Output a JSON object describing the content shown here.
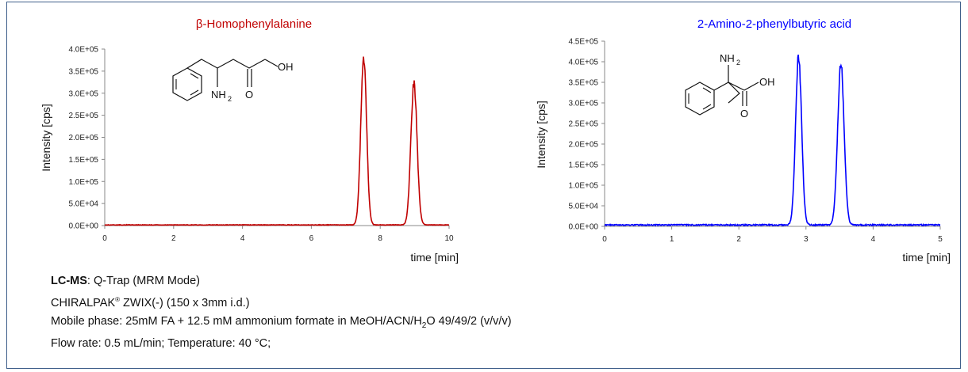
{
  "chart_data": [
    {
      "type": "line",
      "title": "β-Homophenylalanine",
      "title_color": "#c00000",
      "series_color": "#c00000",
      "xlabel": "time [min]",
      "ylabel": "Intensity [cps]",
      "xlim": [
        0,
        10
      ],
      "ylim": [
        0,
        400000
      ],
      "xticks": [
        0,
        2,
        4,
        6,
        8,
        10
      ],
      "yticks": [
        0,
        50000,
        100000,
        150000,
        200000,
        250000,
        300000,
        350000,
        400000
      ],
      "ytick_labels": [
        "0.0E+00",
        "5.0E+04",
        "1.0E+05",
        "1.5E+05",
        "2.0E+05",
        "2.5E+05",
        "3.0E+05",
        "3.5E+05",
        "4.0E+05"
      ],
      "grid": false,
      "peaks": [
        {
          "rt": 7.52,
          "height": 378000,
          "sigma": 0.085
        },
        {
          "rt": 8.98,
          "height": 320000,
          "sigma": 0.09
        }
      ],
      "baseline": 1500
    },
    {
      "type": "line",
      "title": "2-Amino-2-phenylbutyric acid",
      "title_color": "#0000ff",
      "series_color": "#0000ff",
      "xlabel": "time [min]",
      "ylabel": "Intensity [cps]",
      "xlim": [
        0,
        5
      ],
      "ylim": [
        0,
        450000
      ],
      "xticks": [
        0,
        1,
        2,
        3,
        4,
        5
      ],
      "yticks": [
        0,
        50000,
        100000,
        150000,
        200000,
        250000,
        300000,
        350000,
        400000,
        450000
      ],
      "ytick_labels": [
        "0.0E+00",
        "5.0E+04",
        "1.0E+05",
        "1.5E+05",
        "2.0E+05",
        "2.5E+05",
        "3.0E+05",
        "3.5E+05",
        "4.0E+05",
        "4.5E+05"
      ],
      "grid": false,
      "peaks": [
        {
          "rt": 2.89,
          "height": 410000,
          "sigma": 0.045
        },
        {
          "rt": 3.52,
          "height": 395000,
          "sigma": 0.048
        }
      ],
      "baseline": 3500
    }
  ],
  "molecules": {
    "left": {
      "oh": "OH",
      "o": "O",
      "nh": "NH",
      "sub2": "2"
    },
    "right": {
      "oh": "OH",
      "o": "O",
      "nh": "NH",
      "sub2": "2"
    }
  },
  "info": {
    "lcms_label": "LC-MS",
    "lcms_text": ": Q-Trap (MRM Mode)",
    "column_name": "CHIRALPAK",
    "column_reg": "®",
    "column_rest": " ZWIX(-) (150 x 3mm i.d.)",
    "mobile_phase_a": "Mobile phase: 25mM FA + 12.5 mM ammonium formate in MeOH/ACN/H",
    "mobile_phase_sub": "2",
    "mobile_phase_b": "O 49/49/2 (v/v/v)",
    "flow_temp": "Flow rate: 0.5 mL/min;  Temperature: 40 °C;"
  }
}
